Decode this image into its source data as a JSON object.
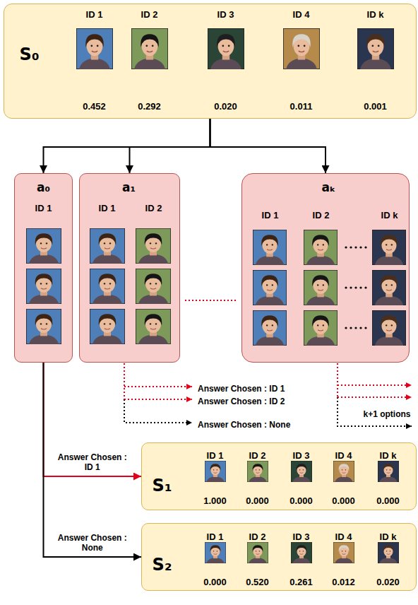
{
  "diagram": {
    "nodes": [
      {
        "text": [
          "S₀",
          "ID 1",
          "ID 2",
          "ID 3",
          "ID 4",
          "ID k",
          "0.452",
          "0.292",
          "0.020",
          "0.011",
          "0.001"
        ]
      },
      {
        "text": [
          "a₀",
          "ID 1"
        ]
      },
      {
        "text": [
          "a₁",
          "ID 1",
          "ID 2"
        ]
      },
      {
        "text": [
          "aₖ",
          "ID 1",
          "ID 2",
          "ID k"
        ]
      },
      {
        "text": [
          "S₁",
          "ID 1",
          "ID 2",
          "ID 3",
          "ID 4",
          "ID k",
          "1.000",
          "0.000",
          "0.000",
          "0.000",
          "0.000"
        ]
      },
      {
        "text": [
          "S₂",
          "ID 1",
          "ID 2",
          "ID 3",
          "ID 4",
          "ID k",
          "0.000",
          "0.520",
          "0.261",
          "0.012",
          "0.020"
        ]
      }
    ],
    "edges": [
      {
        "from": 0,
        "to": 1,
        "arrow": "to"
      },
      {
        "from": 0,
        "to": 2,
        "arrow": "to"
      },
      {
        "from": 0,
        "to": 3,
        "arrow": "to"
      },
      {
        "from": 1,
        "to": 4,
        "label": "Answer Chosen : ID 1",
        "arrow": "to"
      },
      {
        "from": 1,
        "to": 5,
        "label": "Answer Chosen : None",
        "arrow": "to"
      }
    ],
    "labels": [
      "Answer Chosen : ID 1",
      "Answer Chosen : ID 2",
      "Answer Chosen : None",
      "k+1 options"
    ]
  }
}
